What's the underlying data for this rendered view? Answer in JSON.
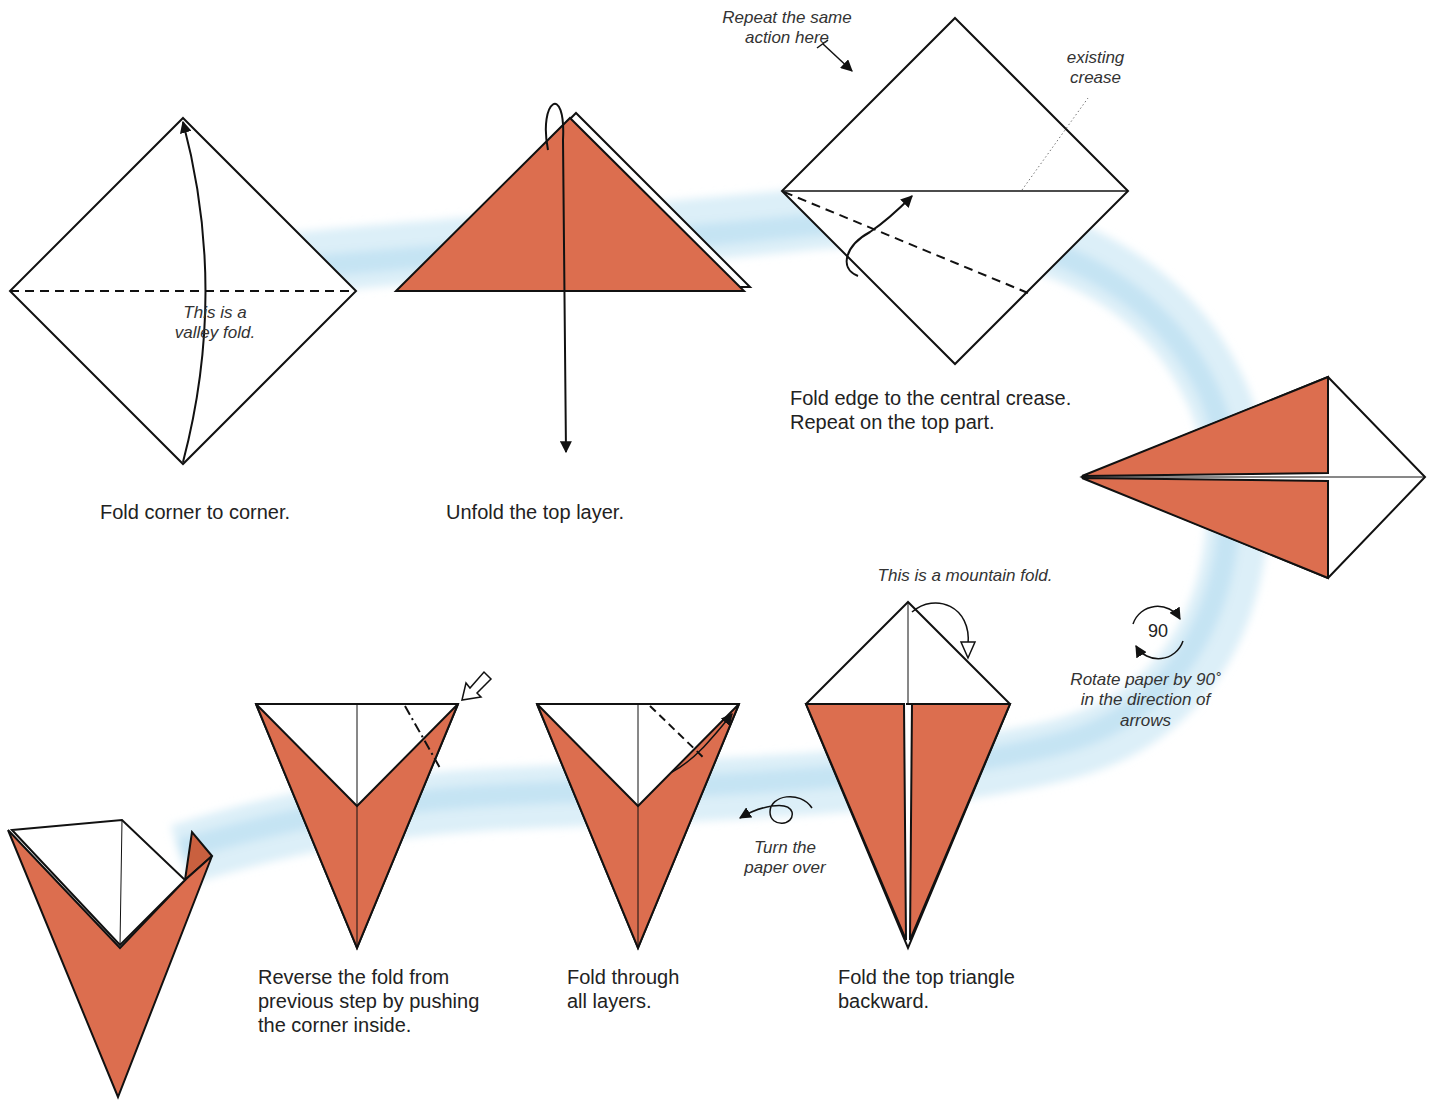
{
  "diagram": {
    "labels": [
      "This is a valley fold.",
      "Fold corner to corner.",
      "Unfold the top layer.",
      "Repeat the same action here",
      "existing crease",
      "Fold edge to the central crease. Repeat on the top part.",
      "90",
      "Rotate paper by 90˚ in the direction of arrows",
      "This is a mountain fold.",
      "Fold the top triangle backward.",
      "Turn the paper over",
      "Fold through all layers.",
      "Reverse the fold from previous step by pushing the corner inside."
    ]
  }
}
